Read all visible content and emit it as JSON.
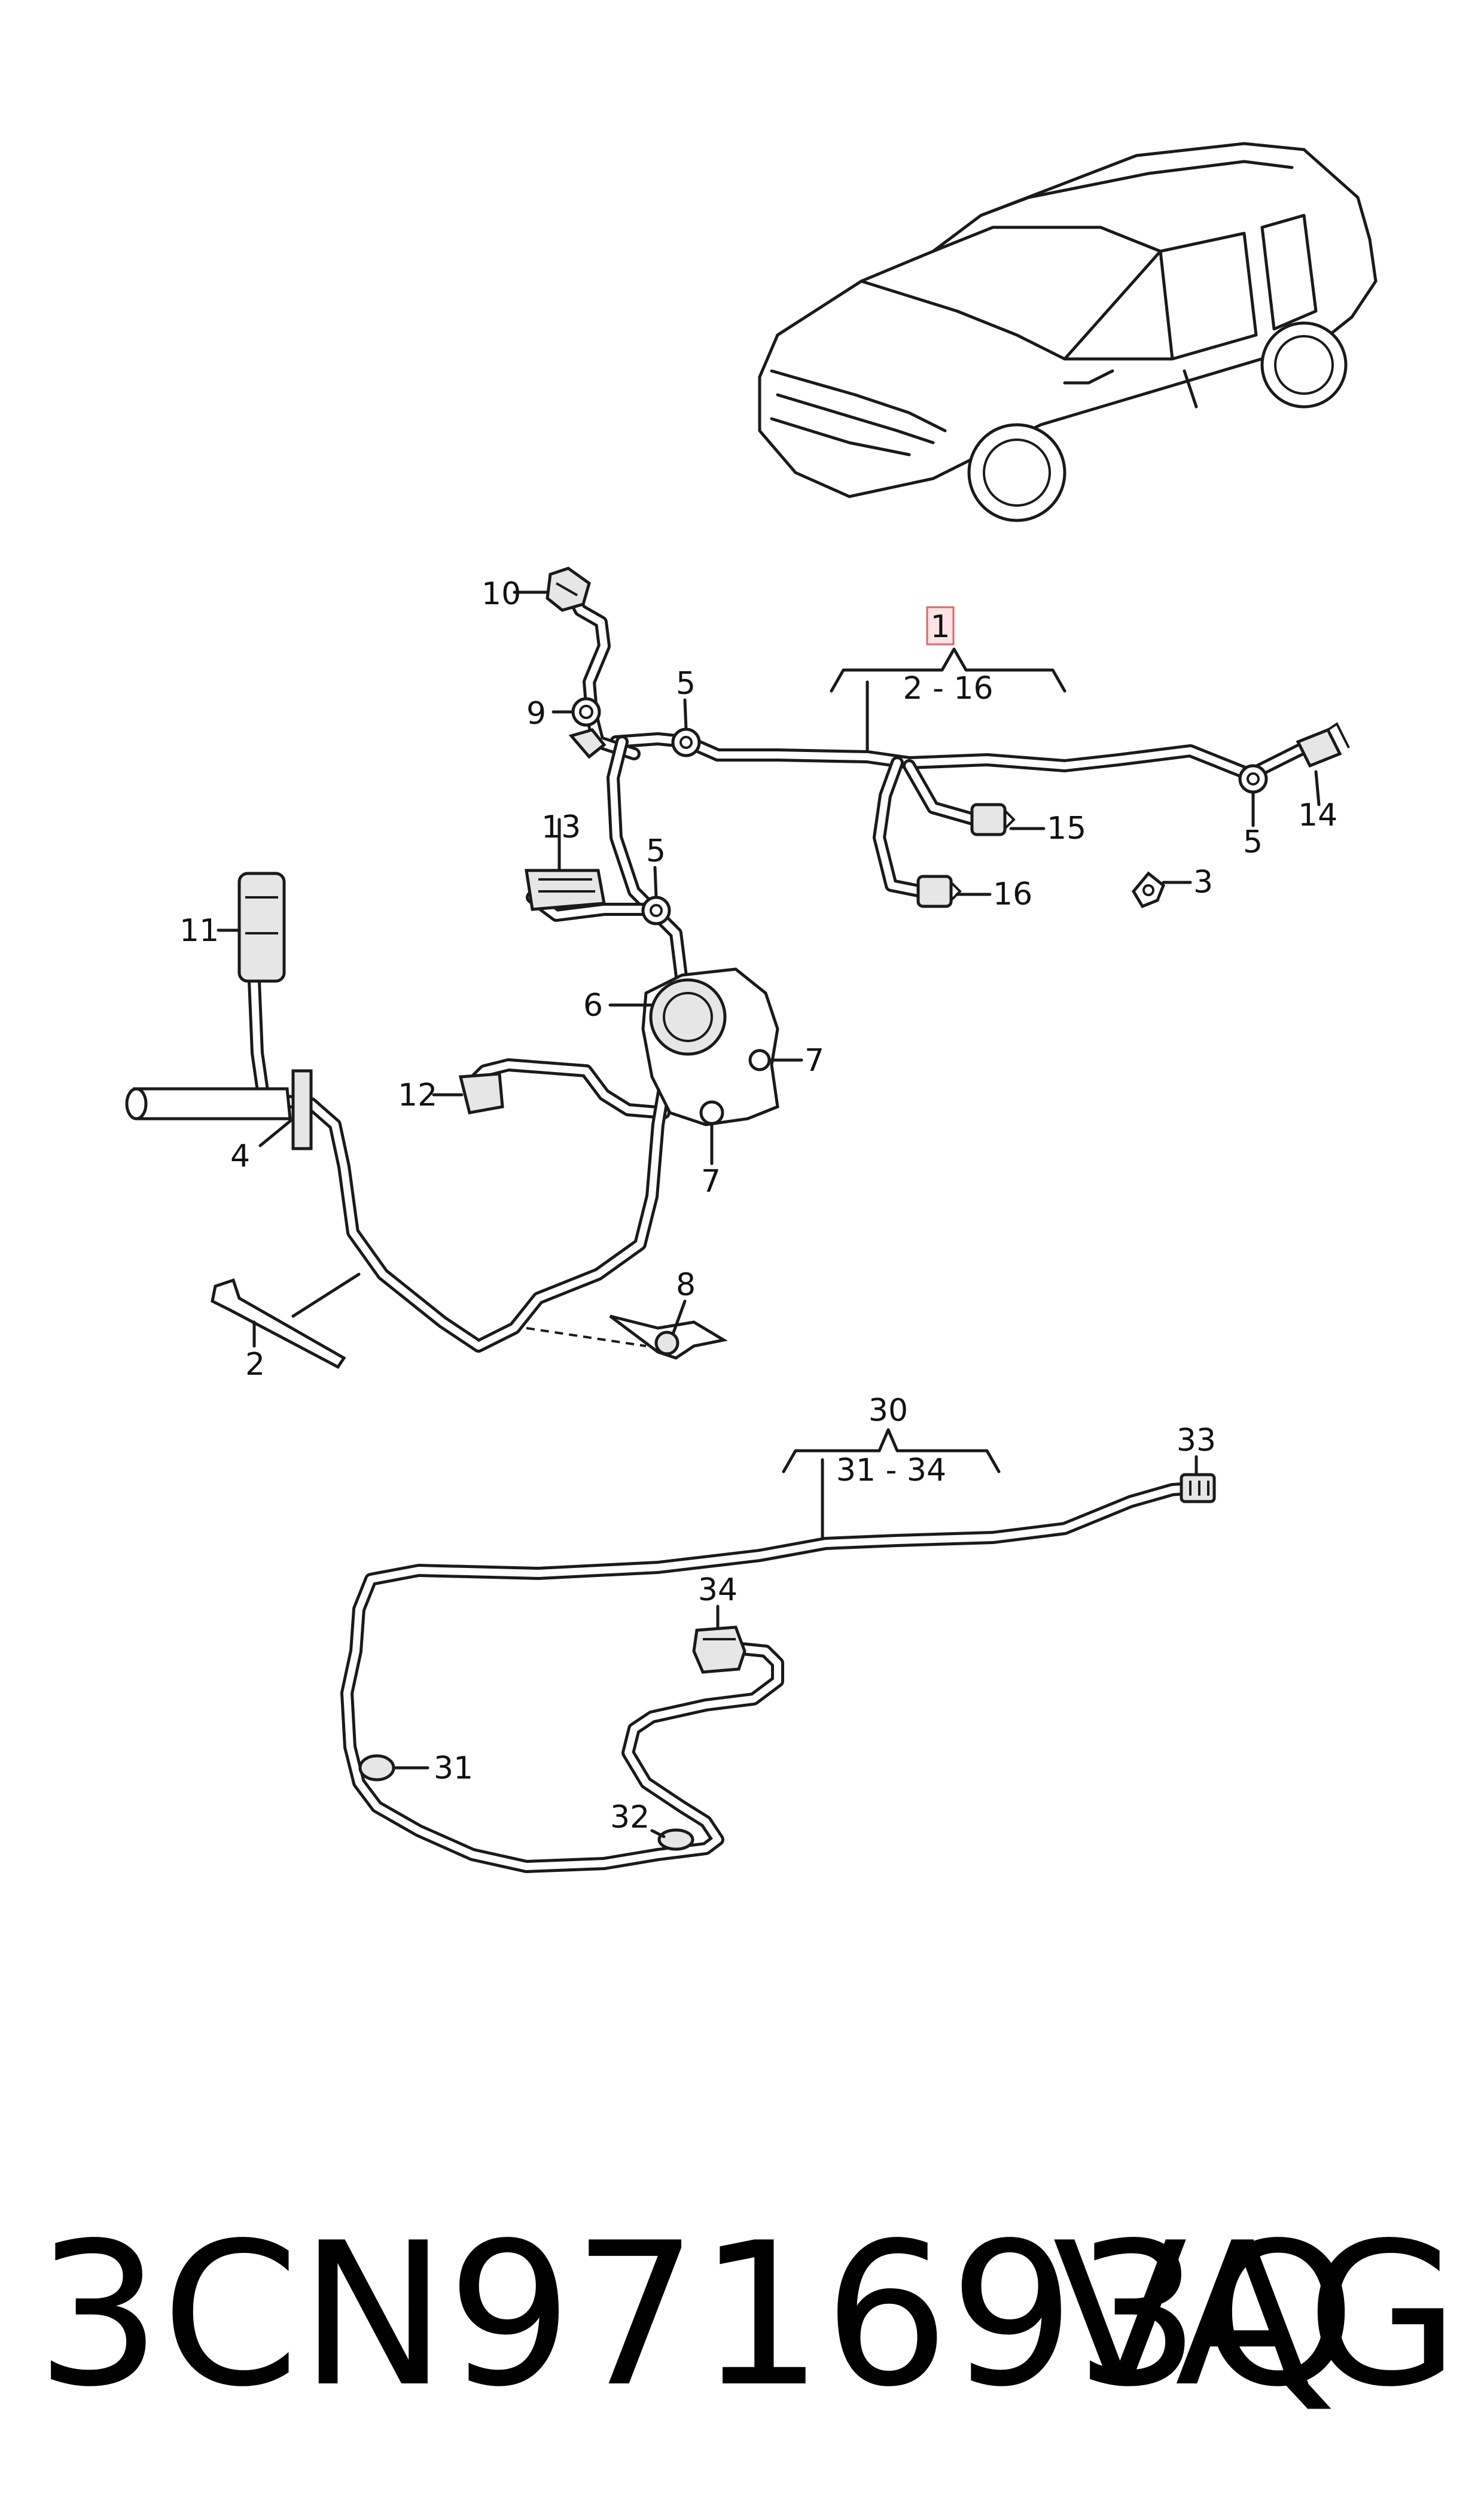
{
  "callouts": {
    "c1": "1",
    "c1_range": "2 - 16",
    "c2": "2",
    "c3": "3",
    "c4": "4",
    "c5a": "5",
    "c5b": "5",
    "c5c": "5",
    "c6": "6",
    "c7a": "7",
    "c7b": "7",
    "c8": "8",
    "c9": "9",
    "c10": "10",
    "c11": "11",
    "c12": "12",
    "c13": "13",
    "c14": "14",
    "c15": "15",
    "c16": "16",
    "c30": "30",
    "c30_range": "31 - 34",
    "c31": "31",
    "c32": "32",
    "c33": "33",
    "c34": "34"
  },
  "colors": {
    "ink": "#1a1a1a",
    "highlight": "#e06666",
    "highlight_fill": "#fce4e4"
  },
  "footer": {
    "part_number": "3CN971693Q",
    "brand": "VAG"
  }
}
